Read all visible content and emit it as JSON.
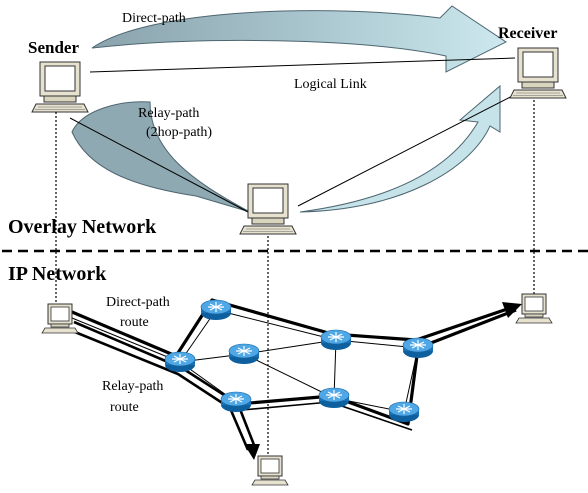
{
  "overlay": {
    "section_label": "Overlay Network",
    "sender_label": "Sender",
    "receiver_label": "Receiver",
    "direct_path_label": "Direct-path",
    "logical_link_label": "Logical Link",
    "relay_path_label_line1": "Relay-path",
    "relay_path_label_line2": "(2hop-path)"
  },
  "ip": {
    "section_label": "IP Network",
    "direct_route_label_line1": "Direct-path",
    "direct_route_label_line2": "route",
    "relay_route_label_line1": "Relay-path",
    "relay_route_label_line2": "route"
  },
  "colors": {
    "arrow_dark": "#8fa9b3",
    "arrow_light": "#c6e3ea",
    "router": "#1f86d6",
    "computer_body": "#e6e2cf"
  }
}
